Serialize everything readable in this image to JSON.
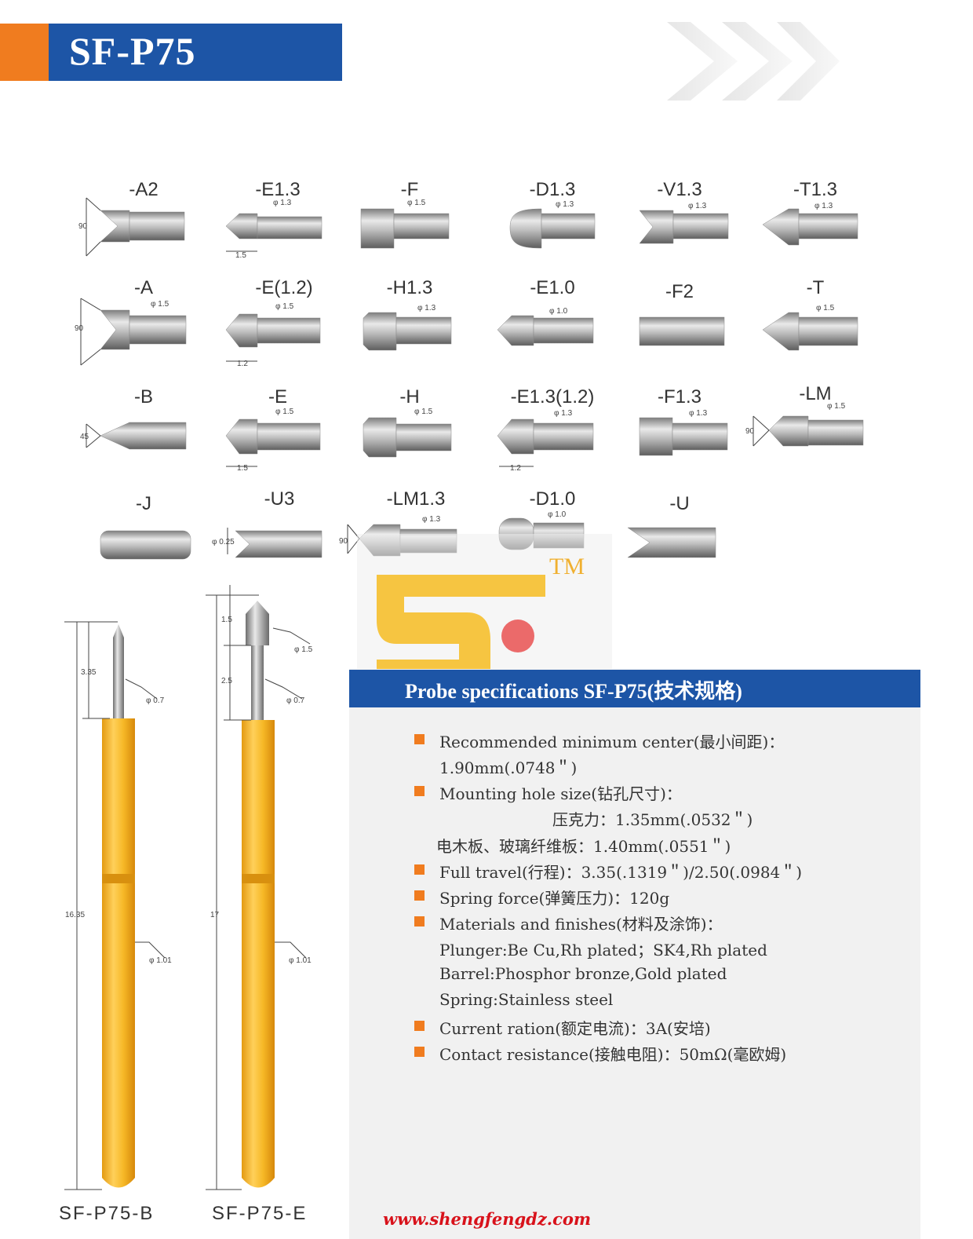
{
  "header": {
    "title": "SF-P75"
  },
  "tips": [
    {
      "label": "-A2"
    },
    {
      "label": "-E1.3"
    },
    {
      "label": "-F"
    },
    {
      "label": "-D1.3"
    },
    {
      "label": "-V1.3"
    },
    {
      "label": "-T1.3"
    },
    {
      "label": "-A"
    },
    {
      "label": "-E(1.2)"
    },
    {
      "label": "-H1.3"
    },
    {
      "label": "-E1.0"
    },
    {
      "label": "-F2"
    },
    {
      "label": "-T"
    },
    {
      "label": "-B"
    },
    {
      "label": "-E"
    },
    {
      "label": "-H"
    },
    {
      "label": "-E1.3(1.2)"
    },
    {
      "label": "-F1.3"
    },
    {
      "label": "-LM"
    },
    {
      "label": "-J"
    },
    {
      "label": "-U3"
    },
    {
      "label": "-LM1.3"
    },
    {
      "label": "-D1.0"
    },
    {
      "label": "-U"
    }
  ],
  "tip_dims": {
    "phi13": "φ 1.3",
    "phi15": "φ 1.5",
    "phi10": "φ 1.0",
    "ninety": "90",
    "fortyfive": "45",
    "len15": "1.5",
    "len12": "1.2",
    "phi025": "φ 0.25"
  },
  "probes": {
    "b": {
      "name": "SF-P75-B",
      "tip_len": "3.35",
      "total_len": "16.35",
      "plunger_dia": "φ 0.7",
      "barrel_dia": "φ 1.01"
    },
    "e": {
      "name": "SF-P75-E",
      "head_len": "1.5",
      "tip_len": "2.5",
      "total_len": "17",
      "head_dia": "φ 1.5",
      "plunger_dia": "φ 0.7",
      "barrel_dia": "φ 1.01"
    }
  },
  "logo": {
    "tm": "TM"
  },
  "specs": {
    "title": "Probe specifications SF-P75(技术规格)",
    "lines": [
      "Recommended minimum center(最小间距)：",
      "1.90mm(.0748＂)",
      "Mounting hole size(钻孔尺寸)：",
      "压克力：1.35mm(.0532＂)",
      "电木板、玻璃纤维板：1.40mm(.0551＂)",
      "Full travel(行程)：3.35(.1319＂)/2.50(.0984＂)",
      "Spring force(弹簧压力)：120g",
      "Materials and finishes(材料及涂饰)：",
      "Plunger:Be Cu,Rh plated；SK4,Rh plated",
      "Barrel:Phosphor bronze,Gold plated",
      "Spring:Stainless steel",
      "Current ration(额定电流)：3A(安培)",
      "Contact resistance(接触电阻)：50mΩ(毫欧姆)"
    ]
  },
  "footer": {
    "website": "www.shengfengdz.com"
  },
  "colors": {
    "brand_blue": "#1d55a6",
    "brand_orange": "#f07c1f",
    "gold": "#f5b51c",
    "website_red": "#d8121b"
  }
}
